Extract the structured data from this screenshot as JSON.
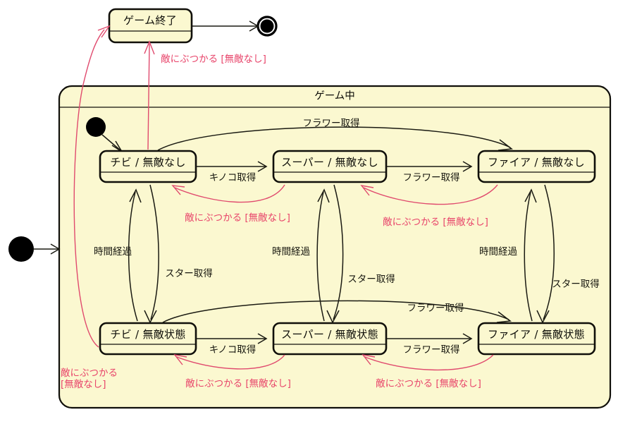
{
  "diagram": {
    "type": "uml-state-machine",
    "title_visible": false,
    "colors": {
      "state_fill": "#fbf8d0",
      "state_border": "#100f0a",
      "transition_black": "#1a1a12",
      "transition_red": "#e8456b",
      "page_background": "#ffffff"
    },
    "composite_state": {
      "name": "ゲーム中"
    },
    "states": [
      {
        "id": "game-over",
        "name": "ゲーム終了"
      },
      {
        "id": "chibi-normal",
        "name": "チビ / 無敵なし"
      },
      {
        "id": "super-normal",
        "name": "スーパー / 無敵なし"
      },
      {
        "id": "fire-normal",
        "name": "ファイア / 無敵なし"
      },
      {
        "id": "chibi-invincible",
        "name": "チビ / 無敵状態"
      },
      {
        "id": "super-invincible",
        "name": "スーパー / 無敵状態"
      },
      {
        "id": "fire-invincible",
        "name": "ファイア / 無敵状態"
      }
    ],
    "pseudostates": [
      {
        "id": "initial-outer",
        "kind": "initial"
      },
      {
        "id": "initial-inner",
        "kind": "initial"
      },
      {
        "id": "final",
        "kind": "final"
      }
    ],
    "transition_labels": {
      "flower_top": "フラワー取得",
      "mushroom_top": "キノコ取得",
      "flower_mid_top": "フラワー取得",
      "flower_bottom_curve": "フラワー取得",
      "mushroom_bottom": "キノコ取得",
      "flower_mid_bottom": "フラワー取得",
      "time_left": "時間経過",
      "time_mid": "時間経過",
      "time_right": "時間経過",
      "star_left": "スター取得",
      "star_mid": "スター取得",
      "star_right": "スター取得",
      "enemy_to_gameover": "敵にぶつかる [無敵なし]",
      "enemy_super_to_chibi": "敵にぶつかる [無敵なし]",
      "enemy_fire_to_super": "敵にぶつかる [無敵なし]",
      "enemy_superinv_to_chibiinv": "敵にぶつかる [無敵なし]",
      "enemy_fireinv_to_superinv": "敵にぶつかる [無敵なし]",
      "enemy_chibiinv_to_gameover": "敵にぶつかる\n[無敵なし]"
    }
  }
}
